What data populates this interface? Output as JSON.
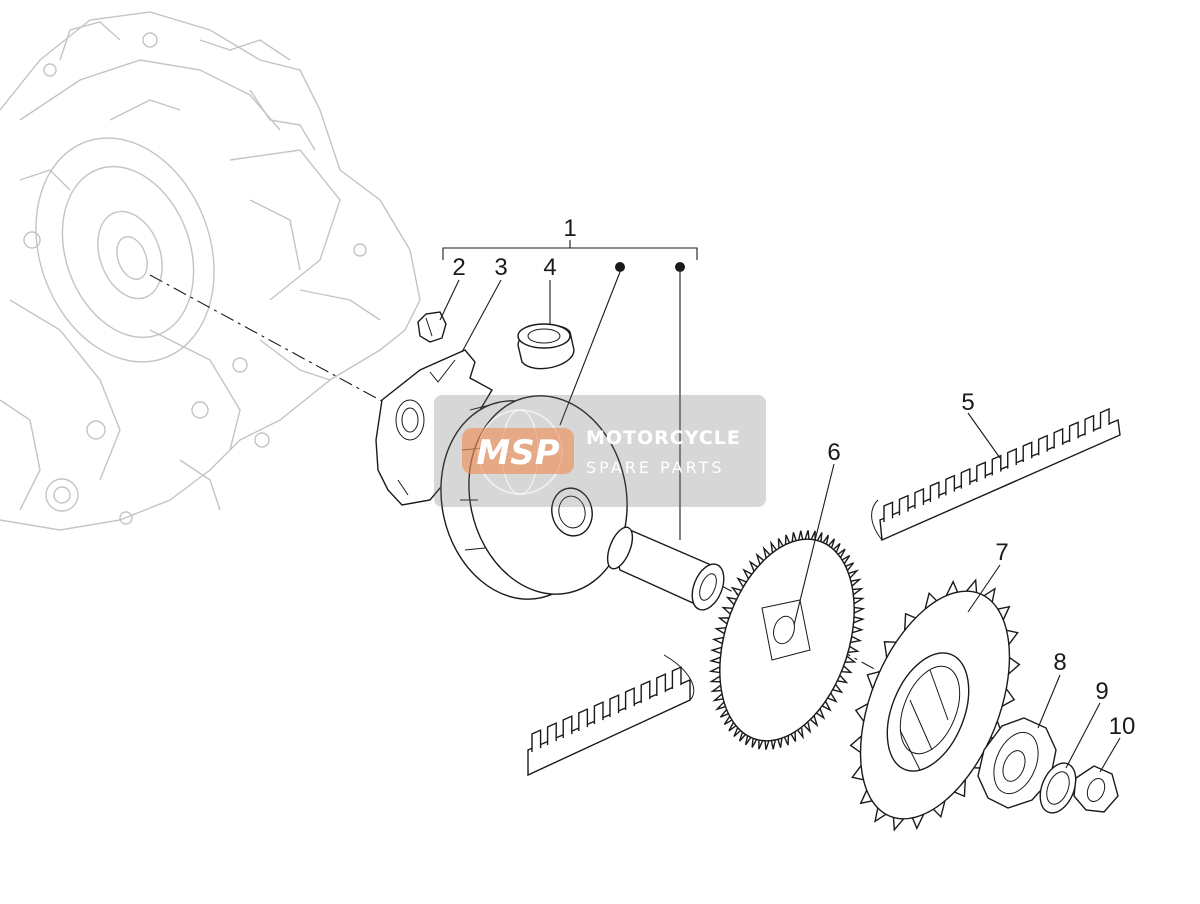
{
  "diagram": {
    "callouts": {
      "c1": "1",
      "c2": "2",
      "c3": "3",
      "c4": "4",
      "c5": "5",
      "c6": "6",
      "c7": "7",
      "c8": "8",
      "c9": "9",
      "c10": "10"
    }
  },
  "watermark": {
    "logo_text": "MSP",
    "title": "MOTORCYCLE",
    "subtitle": "SPARE PARTS",
    "logo_color": "#f08a50"
  }
}
